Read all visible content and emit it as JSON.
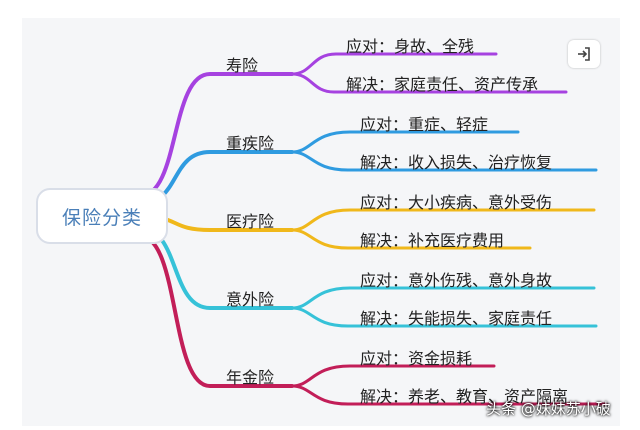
{
  "root": {
    "label": "保险分类"
  },
  "colors": {
    "purple": "#a642e0",
    "blue": "#2f9be0",
    "yellow": "#f0b81b",
    "cyan": "#36c2d8",
    "crimson": "#c21e58"
  },
  "branches": [
    {
      "label": "寿险",
      "color": "#a642e0",
      "leaves": [
        {
          "text": "应对：身故、全残"
        },
        {
          "text": "解决：家庭责任、资产传承"
        }
      ]
    },
    {
      "label": "重疾险",
      "color": "#2f9be0",
      "leaves": [
        {
          "text": "应对：重症、轻症"
        },
        {
          "text": "解决：收入损失、治疗恢复"
        }
      ]
    },
    {
      "label": "医疗险",
      "color": "#f0b81b",
      "leaves": [
        {
          "text": "应对：大小疾病、意外受伤"
        },
        {
          "text": "解决：补充医疗费用"
        }
      ]
    },
    {
      "label": "意外险",
      "color": "#36c2d8",
      "leaves": [
        {
          "text": "应对：意外伤残、意外身故"
        },
        {
          "text": "解决：失能损失、家庭责任"
        }
      ]
    },
    {
      "label": "年金险",
      "color": "#c21e58",
      "leaves": [
        {
          "text": "应对：资金损耗"
        },
        {
          "text": "解决：养老、教育、资产隔离"
        }
      ]
    }
  ],
  "toolbar": {
    "export_icon": "export-icon"
  },
  "watermark": {
    "text": "头条 @妹妹苏小破"
  }
}
